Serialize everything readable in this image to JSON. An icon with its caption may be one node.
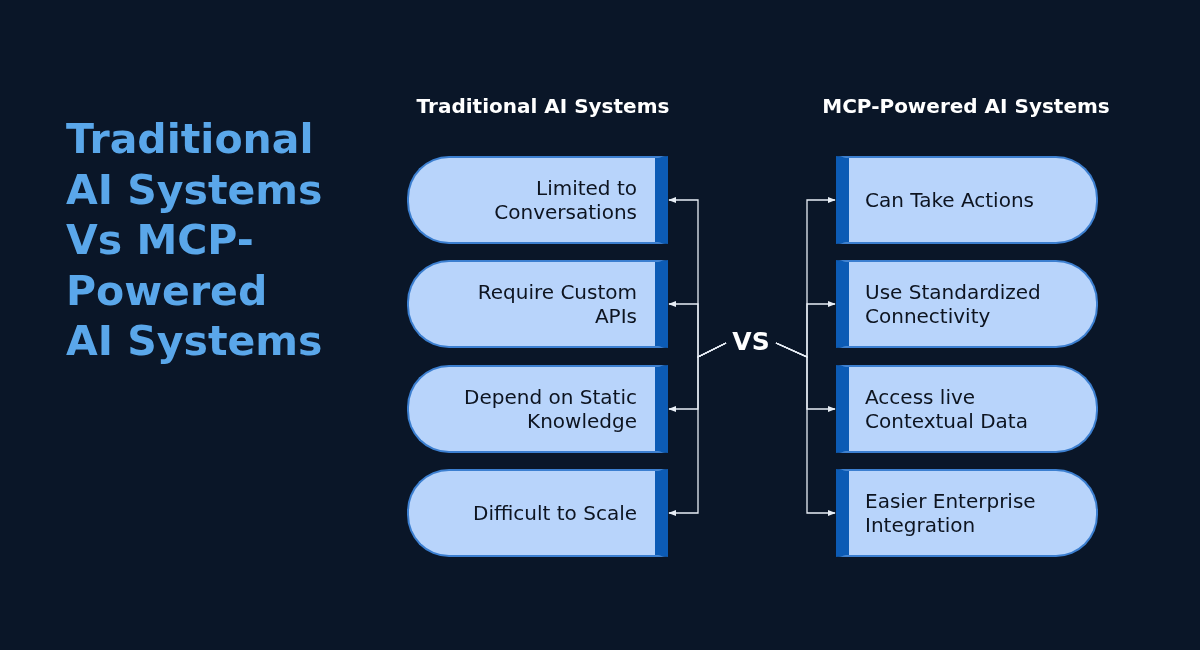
{
  "diagram": {
    "title": "Traditional AI Systems Vs MCP-Powered AI Systems",
    "nodes": [
      {
        "text": [
          "Limited to Conversations"
        ]
      },
      {
        "text": [
          "Require Custom APIs"
        ]
      },
      {
        "text": [
          "Depend on Static Knowledge"
        ]
      },
      {
        "text": [
          "Difficult to Scale"
        ]
      },
      {
        "text": [
          "VS"
        ]
      },
      {
        "text": [
          "Can Take Actions"
        ]
      },
      {
        "text": [
          "Use Standardized Connectivity"
        ]
      },
      {
        "text": [
          "Access live Contextual Data"
        ]
      },
      {
        "text": [
          "Easier Enterprise Integration"
        ]
      }
    ],
    "edges": [
      {
        "from": 4,
        "to": 0,
        "arrow": "to"
      },
      {
        "from": 4,
        "to": 1,
        "arrow": "to"
      },
      {
        "from": 4,
        "to": 2,
        "arrow": "to"
      },
      {
        "from": 4,
        "to": 3,
        "arrow": "to"
      },
      {
        "from": 4,
        "to": 5,
        "arrow": "to"
      },
      {
        "from": 4,
        "to": 6,
        "arrow": "to"
      },
      {
        "from": 4,
        "to": 7,
        "arrow": "to"
      },
      {
        "from": 4,
        "to": 8,
        "arrow": "to"
      }
    ],
    "labels": [
      "Traditional AI Systems",
      "MCP-Powered AI Systems"
    ]
  }
}
